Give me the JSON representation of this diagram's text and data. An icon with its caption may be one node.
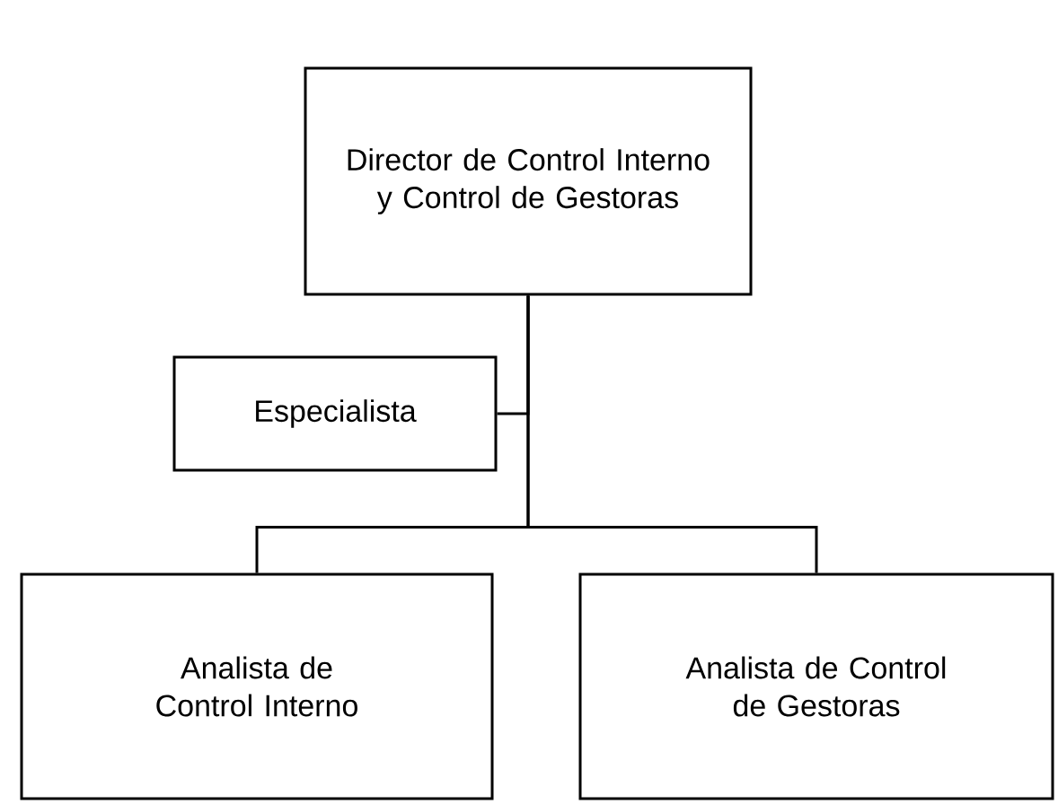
{
  "diagram": {
    "nodes": [
      {
        "text": [
          "Director de Control Interno y Control de Gestoras"
        ]
      },
      {
        "text": [
          "Especialista"
        ]
      },
      {
        "text": [
          "Analista de Control Interno"
        ]
      },
      {
        "text": [
          "Analista de Control de Gestoras"
        ]
      }
    ],
    "edges": [
      {
        "from": 0,
        "to": 1,
        "arrow": "none"
      },
      {
        "from": 0,
        "to": 2,
        "arrow": "none"
      },
      {
        "from": 0,
        "to": 3,
        "arrow": "none"
      }
    ]
  }
}
